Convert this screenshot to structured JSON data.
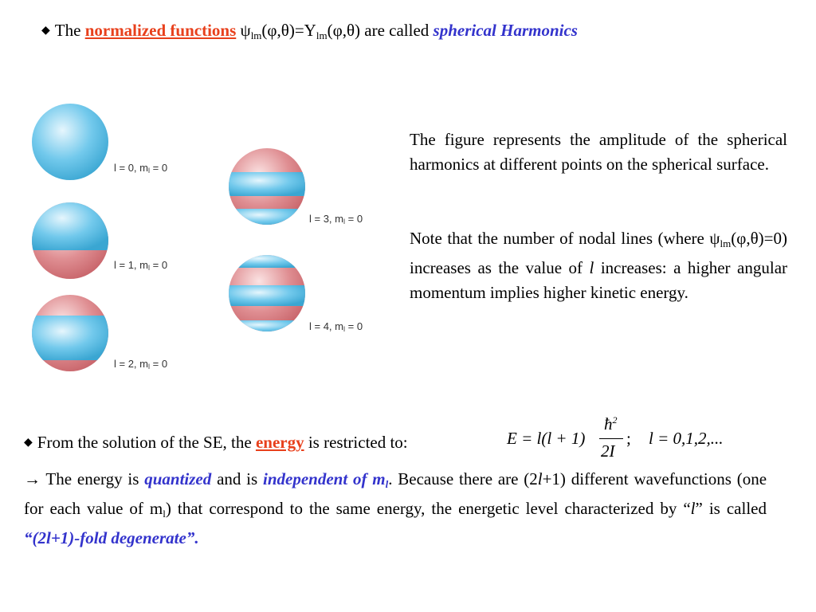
{
  "title": {
    "bullet": "◆",
    "prefix": "The",
    "term": "normalized functions",
    "psi": "ψ",
    "lm": "lm",
    "mid1": "(φ,θ)=Y",
    "lm2": "lm",
    "mid2": "(φ,θ) are called",
    "emph": "spherical Harmonics"
  },
  "labels": {
    "l0": {
      "l": "l = 0,  m",
      "sub": "l",
      "eq": " = 0"
    },
    "l1": {
      "l": "l = 1,  m",
      "sub": "l",
      "eq": " = 0"
    },
    "l2": {
      "l": "l = 2,  m",
      "sub": "l",
      "eq": " = 0"
    },
    "l3": {
      "l": "l = 3,  m",
      "sub": "l",
      "eq": " = 0"
    },
    "l4": {
      "l": "l = 4,  m",
      "sub": "l",
      "eq": " = 0"
    }
  },
  "desc1": "The figure represents the amplitude of the spherical harmonics at different points on the spherical surface.",
  "desc2": {
    "a": "Note that the number of nodal lines (where ψ",
    "sub": "lm",
    "b": "(φ,θ)=0) increases as the value of ",
    "l": "l",
    "c": " increases: a higher angular momentum implies higher kinetic energy."
  },
  "energy_line": {
    "bullet": "◆",
    "prefix": "From the solution of the SE, the",
    "term": "energy",
    "suffix": "is restricted to:"
  },
  "formula": {
    "lhs": "E = l(l + 1)",
    "num": "ħ",
    "sup": "2",
    "den": "2I",
    "semi": ";",
    "range": "l = 0,1,2,..."
  },
  "conclusion": {
    "a": "→ The energy is ",
    "q": "quantized",
    "b": " and is ",
    "ind": "independent of m",
    "ind_sub": "l",
    "c": ". Because there are (2",
    "l": "l",
    "d": "+1) different wavefunctions (one for each value of m",
    "ml_sub": "l",
    "e": ") that correspond to the same energy, the energetic level characterized by “",
    "l2": "l",
    "f": "” is called ",
    "deg": "“(2l+1)-fold degenerate”."
  },
  "colors": {
    "red": "#e8401c",
    "blue": "#3333cc",
    "sphere_blue": "#5bbde3",
    "sphere_red": "#d9787c"
  }
}
